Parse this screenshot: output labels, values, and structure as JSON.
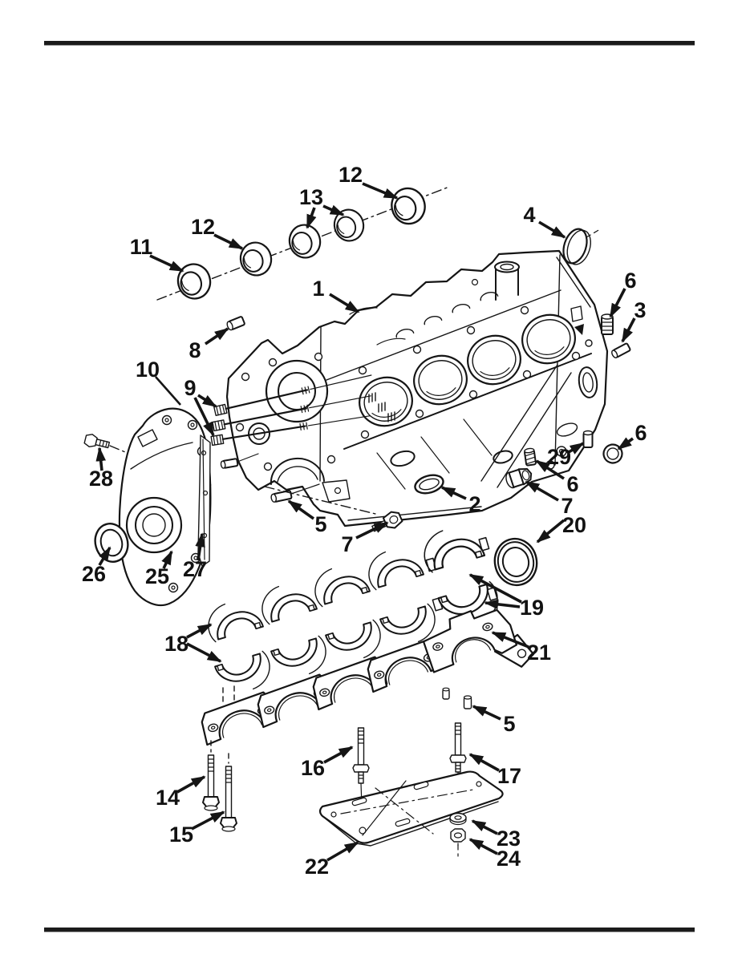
{
  "figure": {
    "description": "Exploded-view black line-art parts diagram of an engine cylinder block assembly with numbered callout arrows, printed between a top and bottom rule",
    "ink_color": "#151515",
    "paper_color": "#ffffff"
  },
  "callouts": [
    {
      "id": "callout-12-upper-right",
      "label": "12"
    },
    {
      "id": "callout-13",
      "label": "13"
    },
    {
      "id": "callout-12-left",
      "label": "12"
    },
    {
      "id": "callout-11",
      "label": "11"
    },
    {
      "id": "callout-4",
      "label": "4"
    },
    {
      "id": "callout-1",
      "label": "1"
    },
    {
      "id": "callout-6-upper-right",
      "label": "6"
    },
    {
      "id": "callout-3",
      "label": "3"
    },
    {
      "id": "callout-8",
      "label": "8"
    },
    {
      "id": "callout-10",
      "label": "10"
    },
    {
      "id": "callout-9",
      "label": "9"
    },
    {
      "id": "callout-28",
      "label": "28"
    },
    {
      "id": "callout-26",
      "label": "26"
    },
    {
      "id": "callout-25",
      "label": "25"
    },
    {
      "id": "callout-27",
      "label": "27"
    },
    {
      "id": "callout-5-front",
      "label": "5"
    },
    {
      "id": "callout-7-front",
      "label": "7"
    },
    {
      "id": "callout-2",
      "label": "2"
    },
    {
      "id": "callout-7-right",
      "label": "7"
    },
    {
      "id": "callout-6-center",
      "label": "6"
    },
    {
      "id": "callout-29",
      "label": "29"
    },
    {
      "id": "callout-6-far-right",
      "label": "6"
    },
    {
      "id": "callout-20",
      "label": "20"
    },
    {
      "id": "callout-19",
      "label": "19"
    },
    {
      "id": "callout-21",
      "label": "21"
    },
    {
      "id": "callout-18",
      "label": "18"
    },
    {
      "id": "callout-5-rear",
      "label": "5"
    },
    {
      "id": "callout-16",
      "label": "16"
    },
    {
      "id": "callout-17",
      "label": "17"
    },
    {
      "id": "callout-14",
      "label": "14"
    },
    {
      "id": "callout-15",
      "label": "15"
    },
    {
      "id": "callout-23",
      "label": "23"
    },
    {
      "id": "callout-24",
      "label": "24"
    },
    {
      "id": "callout-22",
      "label": "22"
    }
  ]
}
